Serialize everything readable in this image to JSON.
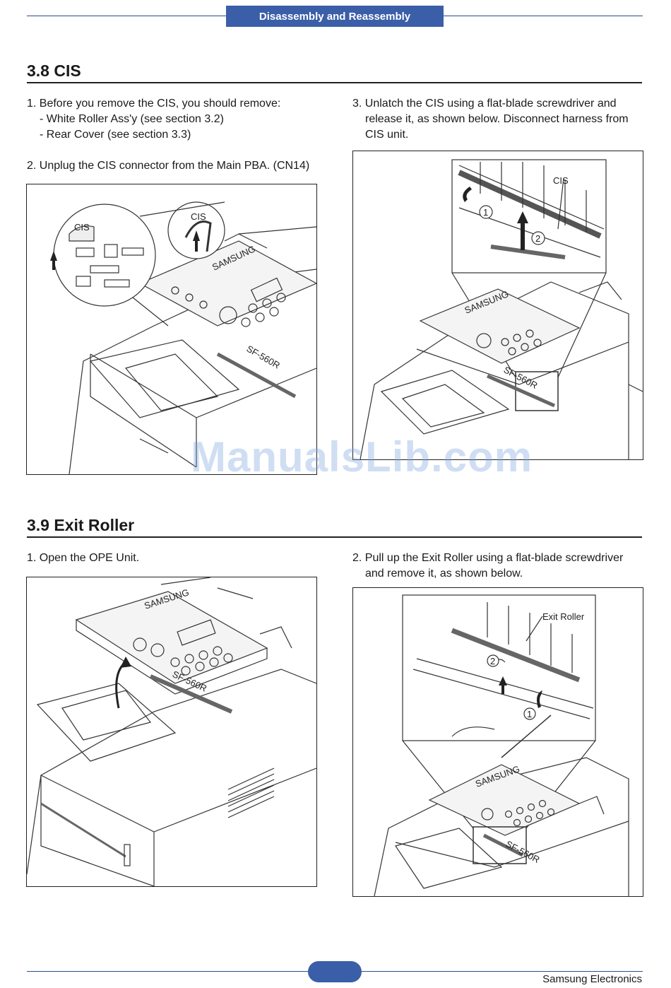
{
  "header": {
    "tab": "Disassembly and Reassembly"
  },
  "section38": {
    "title": "3.8  CIS",
    "step1": {
      "text": "1. Before you remove the CIS, you should remove:",
      "items": [
        "- White Roller Ass'y (see section 3.2)",
        "- Rear Cover (see section 3.3)"
      ]
    },
    "step2": "2. Unplug the CIS connector from the Main PBA. (CN14)",
    "step3": {
      "lines": [
        "3. Unlatch the CIS using a flat-blade screwdriver and",
        "release it, as shown below. Disconnect harness from",
        "CIS unit."
      ]
    },
    "fig1": {
      "label1": "CIS",
      "label2": "CIS",
      "brand": "SAMSUNG",
      "model": "SF-560R"
    },
    "fig2": {
      "label": "CIS",
      "num1": "1",
      "num2": "2",
      "brand": "SAMSUNG",
      "model": "SF-560R"
    }
  },
  "section39": {
    "title": "3.9  Exit Roller",
    "step1": "1. Open the OPE Unit.",
    "step2": {
      "lines": [
        "2. Pull up the Exit Roller using a flat-blade screwdriver",
        "and remove it, as shown below."
      ]
    },
    "fig3": {
      "brand": "SAMSUNG",
      "model": "SF-560R"
    },
    "fig4": {
      "label": "Exit Roller",
      "num1": "1",
      "num2": "2",
      "brand": "SAMSUNG",
      "model": "SF-560R"
    }
  },
  "watermark": "ManualsLib.com",
  "footer": {
    "brand": "Samsung Electronics"
  }
}
